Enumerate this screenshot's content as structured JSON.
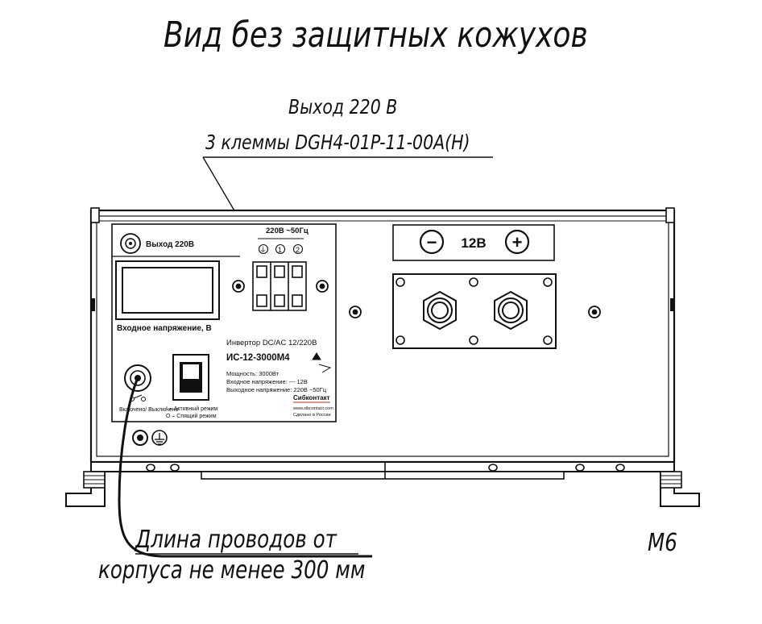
{
  "title": "Вид без защитных кожухов",
  "output_label": "Выход 220 В",
  "terminals_label": "3 клеммы DGH4-01P-11-00A(H)",
  "wire_note_line1": "Длина проводов от",
  "wire_note_line2": "корпуса не менее 300 мм",
  "bolt_label": "М6",
  "panel": {
    "output_socket_label": "Выход 220В",
    "terminal_header": "220В ~50Гц",
    "terminal_ground": "⏚",
    "terminal_1": "1",
    "terminal_2": "2",
    "input_voltage_label": "Входное напряжение, В",
    "product_type": "Инвертор DC/AC 12/220В",
    "model": "ИС-12-3000М4",
    "spec_power": "Мощность: 3000Вт",
    "spec_input": "Входное напряжение: --- 12В",
    "spec_output": "Выходное напряжение: 220В ~50Гц",
    "switch_label_on_off": "Включено/ Выключено",
    "mode_active": "I – Активный режим",
    "mode_sleep": "O – Спящий режим",
    "brand": "Сибконтакт",
    "website": "www.sibcontact.com",
    "made_in": "Сделано в России"
  },
  "dc_panel": {
    "minus": "−",
    "voltage": "12В",
    "plus": "+"
  }
}
